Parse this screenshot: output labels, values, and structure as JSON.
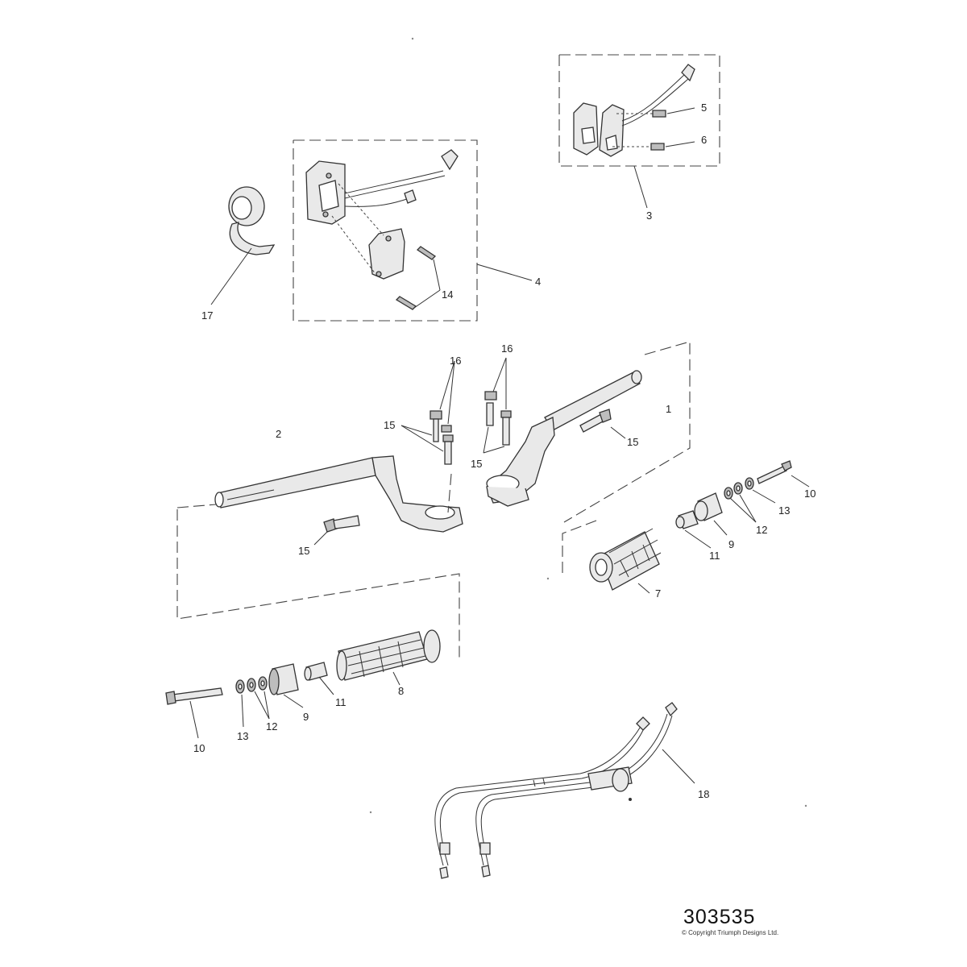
{
  "diagram_code": "303535",
  "copyright": "© Copyright Triumph Designs Ltd.",
  "callouts": {
    "c1": "1",
    "c2": "2",
    "c3": "3",
    "c4": "4",
    "c5": "5",
    "c6": "6",
    "c7": "7",
    "c8": "8",
    "c9_right": "9",
    "c9_left": "9",
    "c10_right": "10",
    "c10_left": "10",
    "c11_right": "11",
    "c11_left": "11",
    "c12_right": "12",
    "c12_left": "12",
    "c13_right": "13",
    "c13_left": "13",
    "c14": "14",
    "c15_left_pair": "15",
    "c15_left_bottom": "15",
    "c15_right_side": "15",
    "c15_right_pair": "15",
    "c16_left": "16",
    "c16_right": "16",
    "c17": "17",
    "c18": "18"
  }
}
